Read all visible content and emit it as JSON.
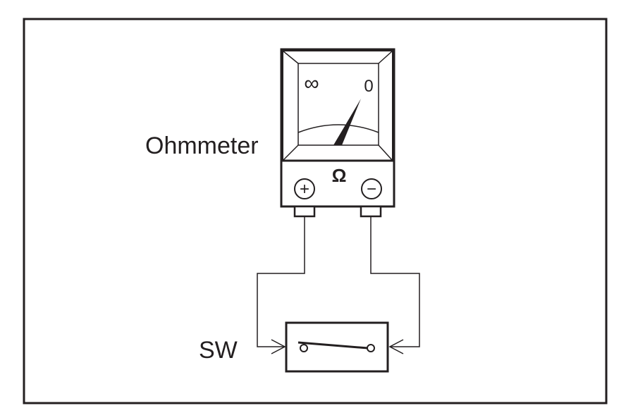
{
  "diagram": {
    "meter_label": "Ohmmeter",
    "switch_label": "SW",
    "scale_left": "∞",
    "scale_right": "0",
    "unit_symbol": "Ω",
    "terminal_positive": "+",
    "terminal_negative": "−"
  },
  "colors": {
    "ink": "#231f20",
    "background": "#ffffff"
  }
}
